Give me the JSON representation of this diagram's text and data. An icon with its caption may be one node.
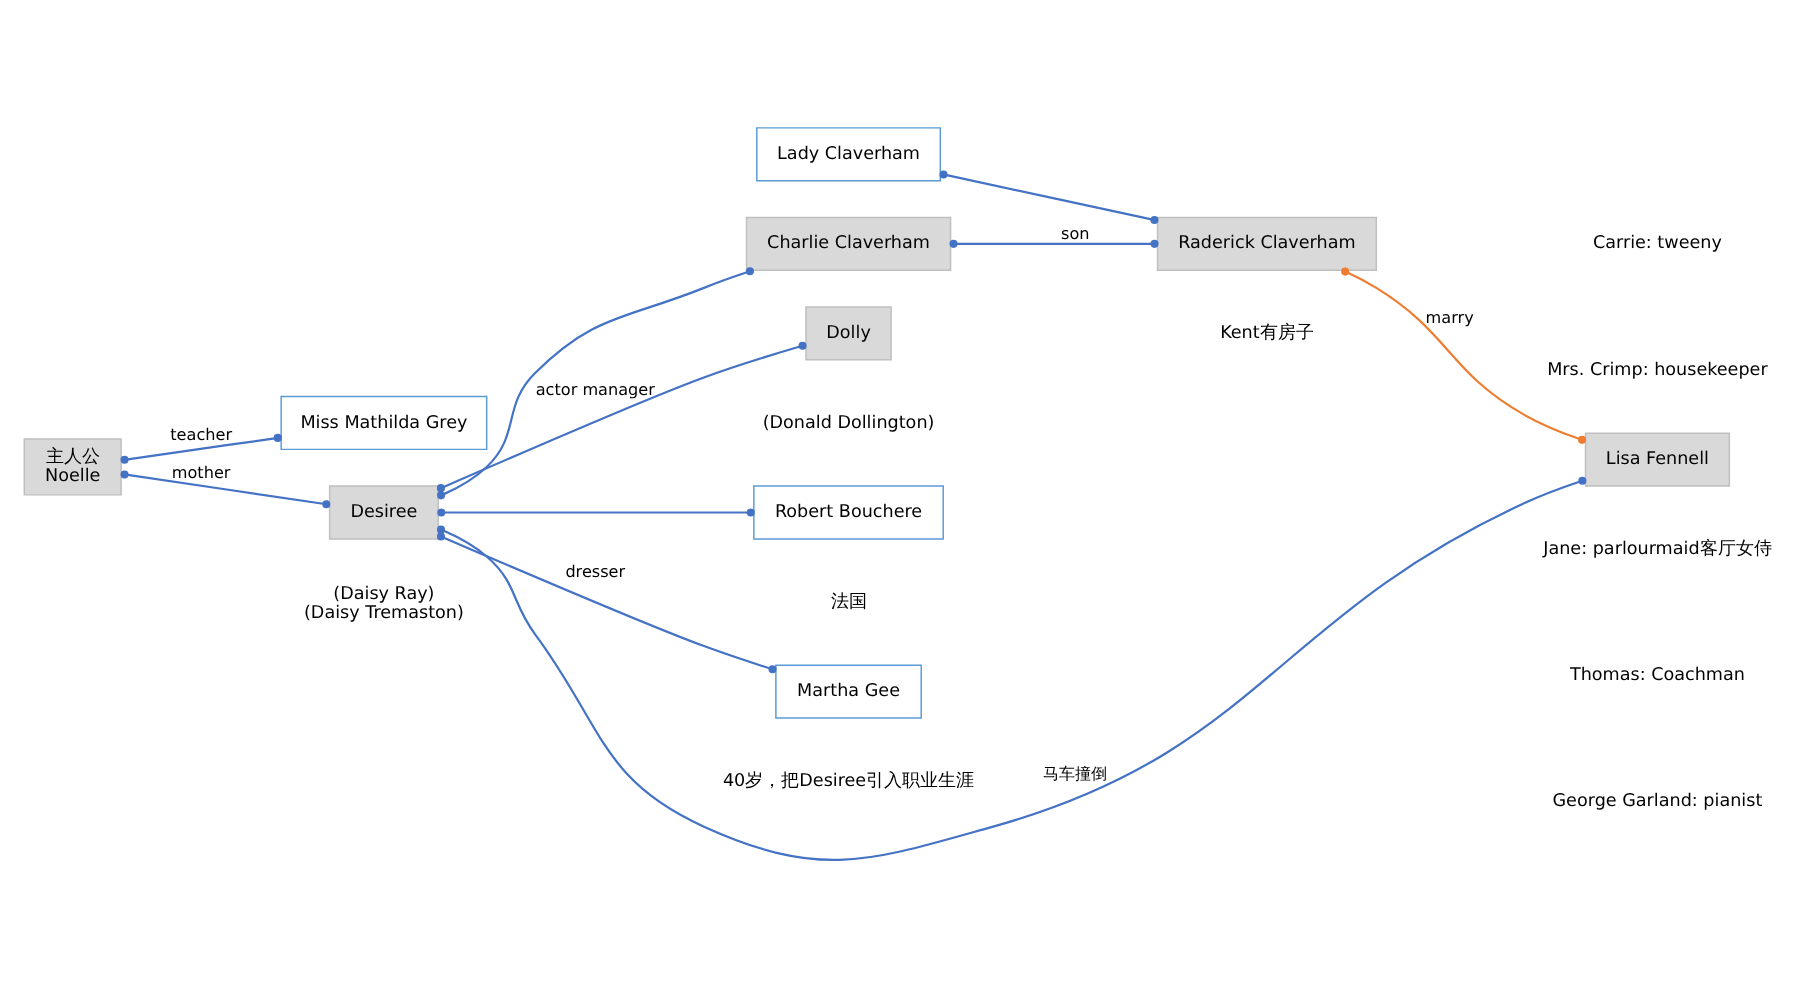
{
  "diagram": {
    "nodes": [
      {
        "text": [
          "主人公",
          "Noelle"
        ]
      },
      {
        "text": [
          "Miss Mathilda Grey"
        ]
      },
      {
        "text": [
          "Charlie Claverham"
        ]
      },
      {
        "text": [
          "Lady Claverham"
        ]
      },
      {
        "text": [
          "Raderick Claverham"
        ],
        "beside": [
          "Kent有房子"
        ]
      },
      {
        "text": [
          "Desiree"
        ],
        "beside": [
          "(Daisy Ray)",
          "(Daisy Tremaston)"
        ]
      },
      {
        "text": [
          "Lisa Fennell"
        ]
      },
      {
        "text": [
          "Dolly"
        ],
        "beside": [
          "(Donald Dollington)"
        ]
      },
      {
        "text": [
          "Robert Bouchere"
        ],
        "beside": [
          "法国"
        ]
      },
      {
        "text": [
          "Martha Gee"
        ],
        "beside": [
          "40岁，把Desiree引入职业生涯"
        ]
      }
    ],
    "edges": [
      {
        "from": 0,
        "to": 1,
        "arrow": "other",
        "label": "teacher"
      },
      {
        "from": 0,
        "to": 5,
        "arrow": "other",
        "label": "mother"
      },
      {
        "from": 5,
        "to": 2,
        "arrow": "other"
      },
      {
        "from": 2,
        "to": 4,
        "arrow": "other",
        "label": "son"
      },
      {
        "from": 3,
        "to": 4,
        "arrow": "other"
      },
      {
        "from": 4,
        "to": 6,
        "arrow": "other",
        "label": "marry",
        "color": "#ed7d31"
      },
      {
        "from": 5,
        "to": 6,
        "arrow": "other",
        "label": "马车撞倒"
      },
      {
        "from": 5,
        "to": 7,
        "arrow": "other",
        "label": "actor manager"
      },
      {
        "from": 5,
        "to": 8,
        "arrow": "other"
      },
      {
        "from": 5,
        "to": 9,
        "arrow": "other",
        "label": "dresser"
      }
    ],
    "labels": [
      "Carrie: tweeny",
      "Mrs. Crimp: housekeeper",
      "Jane: parlourmaid客厅女侍",
      "Thomas: Coachman",
      "George Garland: pianist"
    ]
  }
}
